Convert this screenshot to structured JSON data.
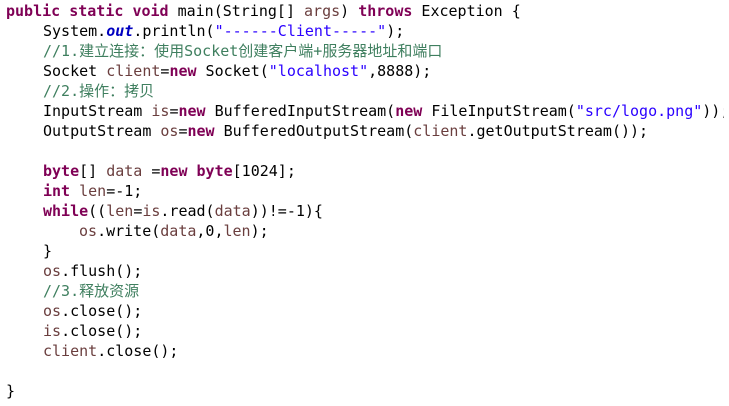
{
  "code": {
    "line1": {
      "kw_public": "public",
      "kw_static": "static",
      "kw_void": "void",
      "method": " main(String[] ",
      "param_args": "args",
      "close_paren": ") ",
      "kw_throws": "throws",
      "exception": " Exception {"
    },
    "line2": {
      "class_system": "System.",
      "field_out": "out",
      "println": ".println(",
      "str_client": "\"------Client-----\"",
      "end": ");"
    },
    "line3": {
      "comment": "//1.建立连接：使用Socket创建客户端+服务器地址和端口"
    },
    "line4": {
      "type_socket": "Socket ",
      "var_client": "client",
      "assign": "=",
      "kw_new": "new",
      "ctor": " Socket(",
      "str_localhost": "\"localhost\"",
      "args_end": ",8888);"
    },
    "line5": {
      "comment": "//2.操作：拷贝"
    },
    "line6": {
      "type_input": "InputStream ",
      "var_is": "is",
      "assign": "=",
      "kw_new1": "new",
      "buffered_in": " BufferedInputStream(",
      "kw_new2": "new",
      "file_in": " FileInputStream(",
      "str_path": "\"src/logo.png\"",
      "end": "));"
    },
    "line7": {
      "type_output": "OutputStream ",
      "var_os": "os",
      "assign": "=",
      "kw_new": "new",
      "buffered_out": " BufferedOutputStream(",
      "var_client": "client",
      "get_output": ".getOutputStream());"
    },
    "line9": {
      "kw_byte1": "byte",
      "brackets": "[] ",
      "var_data": "data",
      "assign": " =",
      "kw_new": "new",
      "space": " ",
      "kw_byte2": "byte",
      "size": "[1024];"
    },
    "line10": {
      "kw_int": "int",
      "space": " ",
      "var_len": "len",
      "init": "=-1;"
    },
    "line11": {
      "kw_while": "while",
      "open": "((",
      "var_len": "len",
      "assign": "=",
      "var_is": "is",
      "read": ".read(",
      "var_data": "data",
      "cond_end": "))!=-1){"
    },
    "line12": {
      "var_os": "os",
      "write": ".write(",
      "var_data": "data",
      "zero": ",0,",
      "var_len": "len",
      "end": ");"
    },
    "line13": {
      "brace": "}"
    },
    "line14": {
      "var_os": "os",
      "flush": ".flush();"
    },
    "line15": {
      "comment": "//3.释放资源"
    },
    "line16": {
      "var_os": "os",
      "close": ".close();"
    },
    "line17": {
      "var_is": "is",
      "close": ".close();"
    },
    "line18": {
      "var_client": "client",
      "close": ".close();"
    },
    "line20": {
      "brace": "}"
    }
  }
}
